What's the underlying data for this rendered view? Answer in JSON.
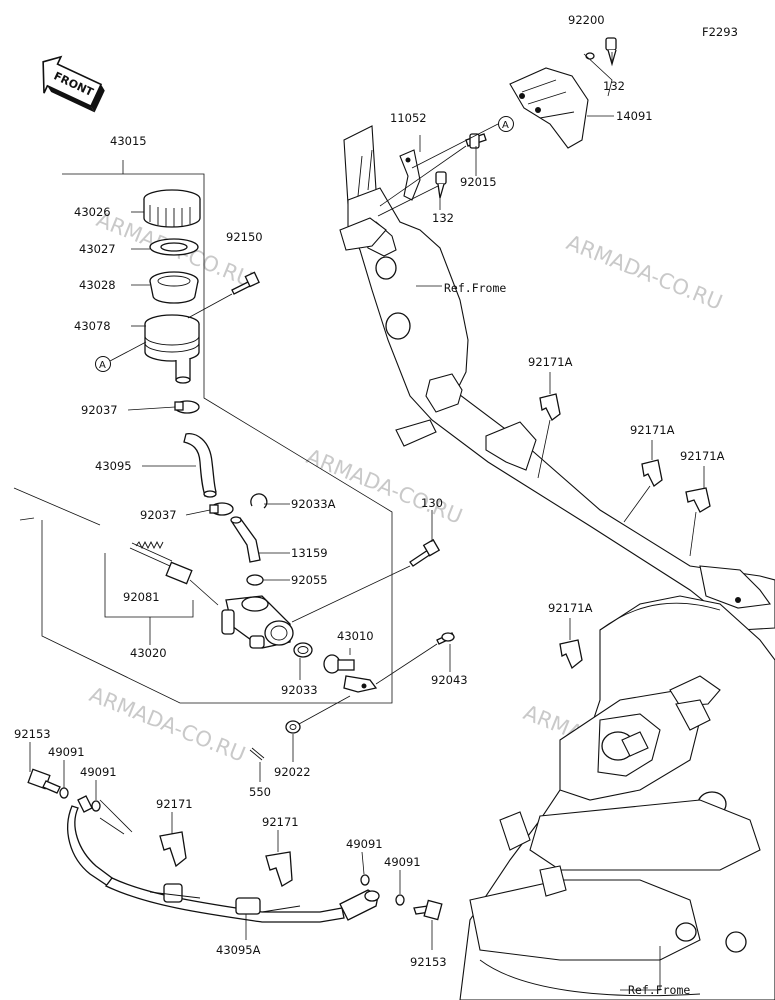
{
  "figure_code": "F2293",
  "front_label": "FRONT",
  "callout_letter": "A",
  "watermark": "ARMADA-CO.RU",
  "ref_frame": "Ref.Frome",
  "parts": {
    "p43015": "43015",
    "p43026": "43026",
    "p43027": "43027",
    "p43028": "43028",
    "p43078": "43078",
    "p92150": "92150",
    "p92037a": "92037",
    "p43095": "43095",
    "p92037b": "92037",
    "p92033a": "92033A",
    "p13159": "13159",
    "p92055": "92055",
    "p130": "130",
    "p92081": "92081",
    "p43020": "43020",
    "p43010": "43010",
    "p92033": "92033",
    "p92043": "92043",
    "p92022": "92022",
    "p550": "550",
    "p92153a": "92153",
    "p49091a": "49091",
    "p49091b": "49091",
    "p92171a": "92171",
    "p92171b": "92171",
    "p49091c": "49091",
    "p49091d": "49091",
    "p92153b": "92153",
    "p43095a": "43095A",
    "p92200": "92200",
    "p132a": "132",
    "p14091": "14091",
    "p11052": "11052",
    "p92015": "92015",
    "p132b": "132",
    "p92171A1": "92171A",
    "p92171A2": "92171A",
    "p92171A3": "92171A",
    "p92171A4": "92171A"
  }
}
